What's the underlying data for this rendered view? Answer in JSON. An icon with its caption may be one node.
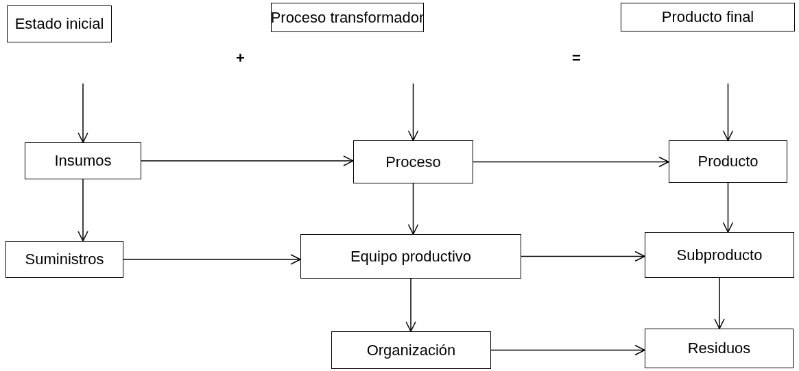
{
  "diagram": {
    "nodes": [
      {
        "text": [
          "Estado inicial"
        ]
      },
      {
        "text": [
          "Proceso transformador"
        ]
      },
      {
        "text": [
          "Producto final"
        ]
      },
      {
        "text": [
          "Insumos"
        ]
      },
      {
        "text": [
          "Proceso"
        ]
      },
      {
        "text": [
          "Producto"
        ]
      },
      {
        "text": [
          "Suministros"
        ]
      },
      {
        "text": [
          "Equipo productivo"
        ]
      },
      {
        "text": [
          "Subproducto"
        ]
      },
      {
        "text": [
          "Organización"
        ]
      },
      {
        "text": [
          "Residuos"
        ]
      }
    ],
    "edges": [
      {
        "from": null,
        "to": 3,
        "arrow": "to"
      },
      {
        "from": null,
        "to": 4,
        "arrow": "to"
      },
      {
        "from": null,
        "to": 5,
        "arrow": "to"
      },
      {
        "from": 3,
        "to": 4,
        "arrow": "to"
      },
      {
        "from": 4,
        "to": 5,
        "arrow": "to"
      },
      {
        "from": 3,
        "to": 6,
        "arrow": "to"
      },
      {
        "from": 4,
        "to": 7,
        "arrow": "to"
      },
      {
        "from": 5,
        "to": 8,
        "arrow": "to"
      },
      {
        "from": 6,
        "to": 7,
        "arrow": "to"
      },
      {
        "from": 7,
        "to": 8,
        "arrow": "to"
      },
      {
        "from": 7,
        "to": 9,
        "arrow": "to"
      },
      {
        "from": 8,
        "to": 10,
        "arrow": "to"
      },
      {
        "from": 9,
        "to": 10,
        "arrow": "to"
      }
    ],
    "labels": [
      "+",
      "="
    ]
  }
}
